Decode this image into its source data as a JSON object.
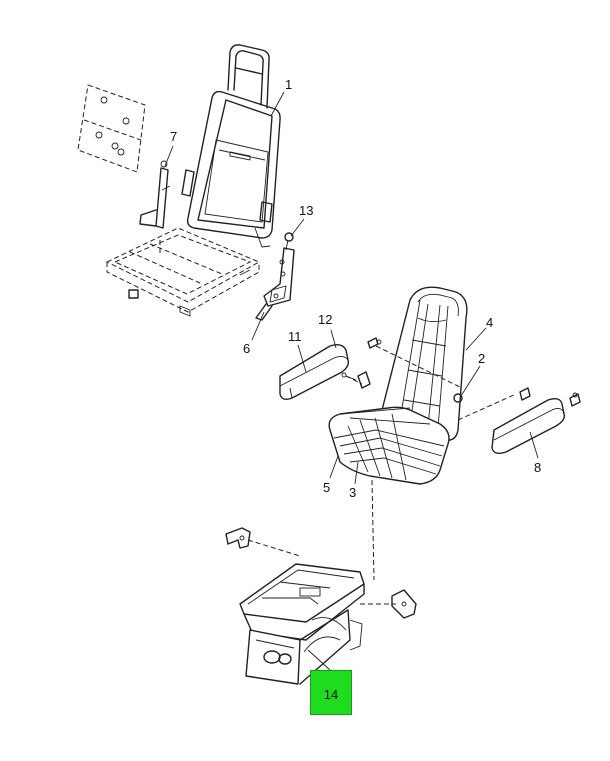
{
  "callouts": {
    "c1": "1",
    "c2": "2",
    "c3": "3",
    "c4": "4",
    "c5": "5",
    "c6": "6",
    "c7": "7",
    "c8": "8",
    "c11": "11",
    "c12": "12",
    "c13": "13",
    "c14": "14"
  },
  "highlight_color": "#1fdc1f"
}
